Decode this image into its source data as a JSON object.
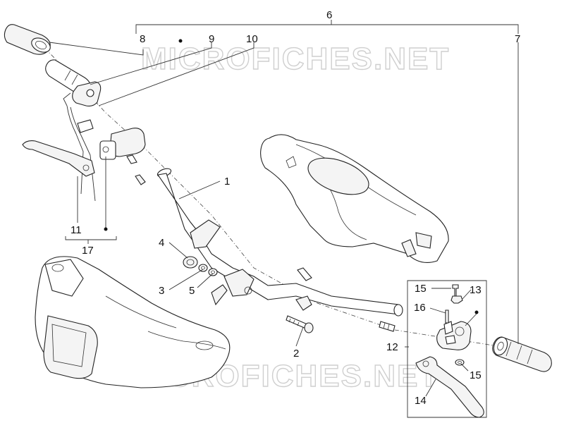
{
  "watermark": "MICROFICHES.NET",
  "callouts": {
    "c1": "1",
    "c2": "2",
    "c3": "3",
    "c4": "4",
    "c5": "5",
    "c6": "6",
    "c7": "7",
    "c8": "8",
    "c9": "9",
    "c10": "10",
    "c11": "11",
    "c12": "12",
    "c13": "13",
    "c14": "14",
    "c15a": "15",
    "c15b": "15",
    "c16": "16",
    "c17": "17"
  },
  "colors": {
    "line": "#222222",
    "watermark": "#cfcfcf",
    "background": "#ffffff"
  }
}
